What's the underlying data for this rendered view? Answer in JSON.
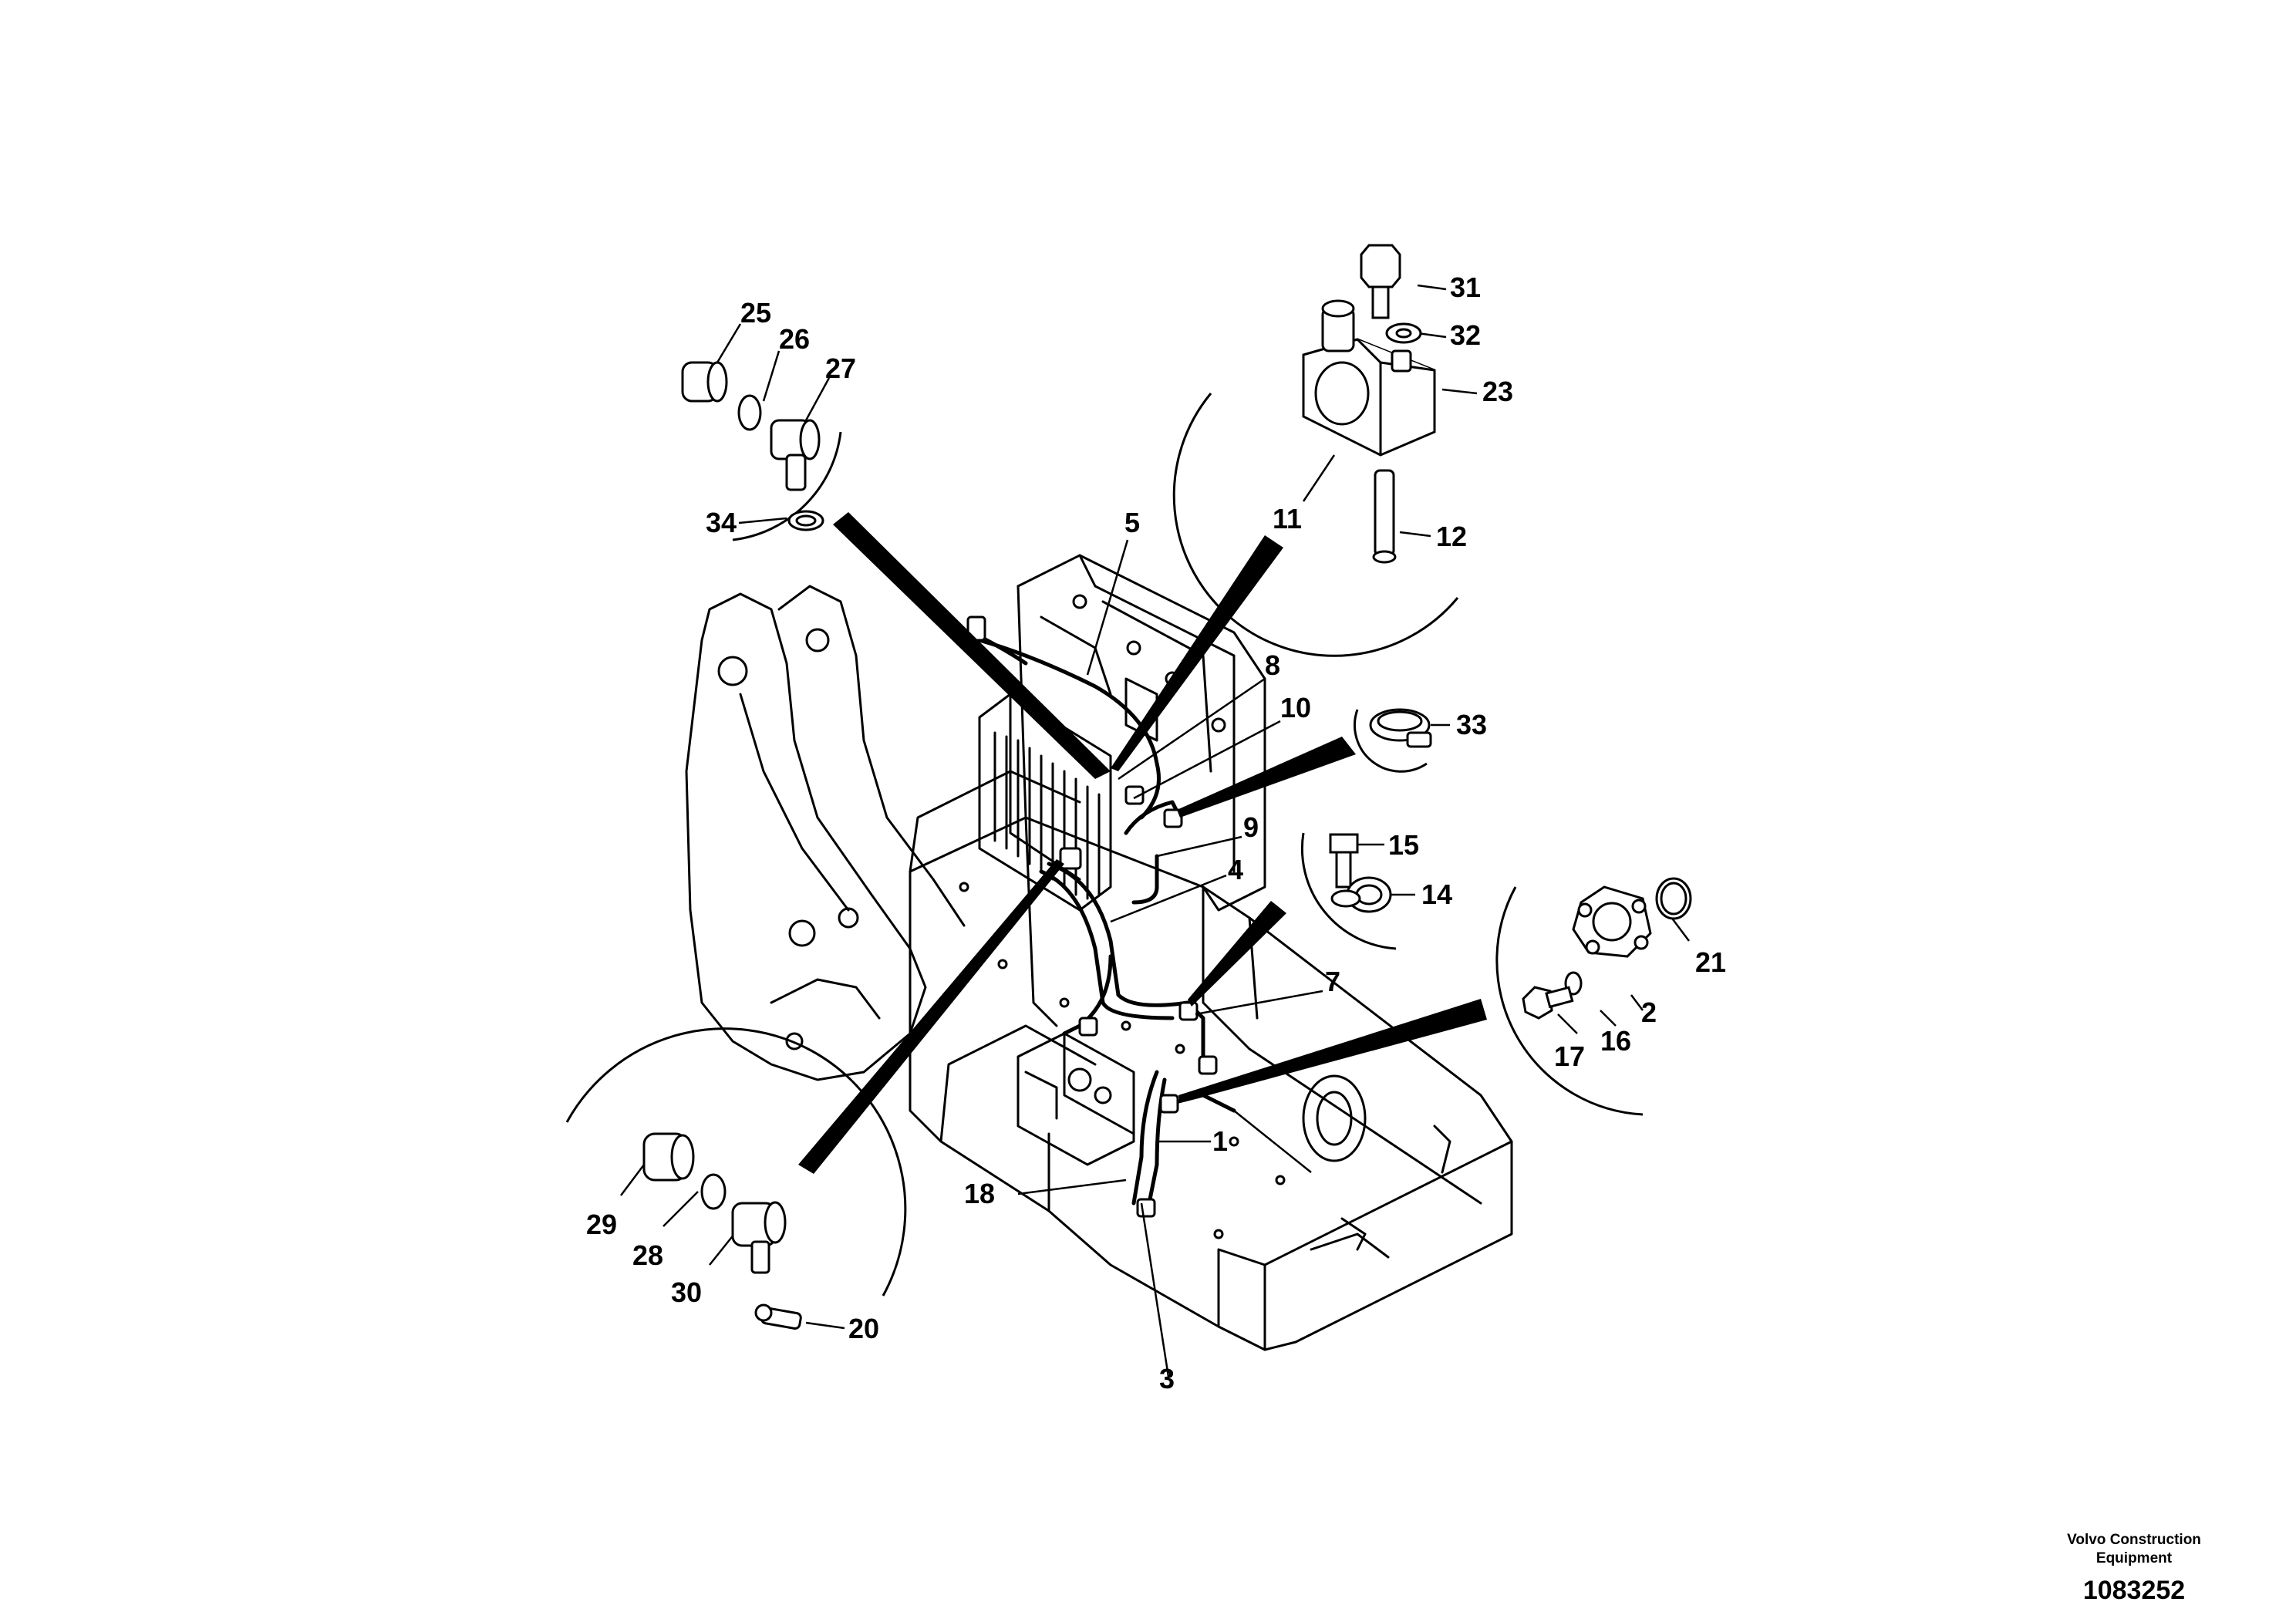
{
  "labels": {
    "p1": "1",
    "p2": "2",
    "p3": "3",
    "p4": "4",
    "p5": "5",
    "p7": "7",
    "p8": "8",
    "p9": "9",
    "p10": "10",
    "p11": "11",
    "p12": "12",
    "p14": "14",
    "p15": "15",
    "p16": "16",
    "p17": "17",
    "p18": "18",
    "p20": "20",
    "p21": "21",
    "p23": "23",
    "p25": "25",
    "p26": "26",
    "p27": "27",
    "p28": "28",
    "p29": "29",
    "p30": "30",
    "p31": "31",
    "p32": "32",
    "p33": "33",
    "p34": "34"
  },
  "brand": {
    "line1": "Volvo Construction",
    "line2": "Equipment",
    "number": "1083252"
  }
}
